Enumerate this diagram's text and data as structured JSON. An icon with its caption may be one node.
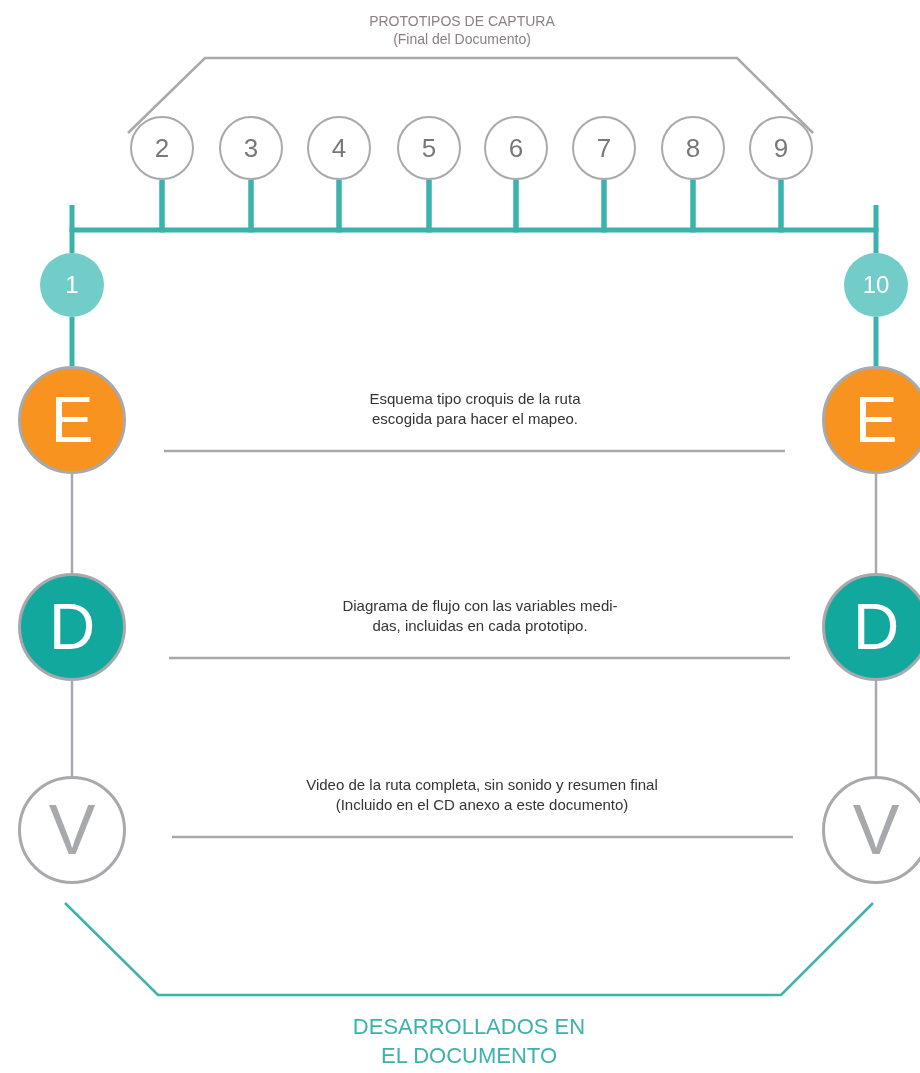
{
  "diagram": {
    "nodes": [
      {
        "text": [
          "1"
        ]
      },
      {
        "text": [
          "2"
        ]
      },
      {
        "text": [
          "3"
        ]
      },
      {
        "text": [
          "4"
        ]
      },
      {
        "text": [
          "5"
        ]
      },
      {
        "text": [
          "6"
        ]
      },
      {
        "text": [
          "7"
        ]
      },
      {
        "text": [
          "8"
        ]
      },
      {
        "text": [
          "9"
        ]
      },
      {
        "text": [
          "10"
        ]
      },
      {
        "text": [
          "E"
        ]
      },
      {
        "text": [
          "D"
        ]
      },
      {
        "text": [
          "V"
        ]
      },
      {
        "text": [
          "E"
        ]
      },
      {
        "text": [
          "D"
        ]
      },
      {
        "text": [
          "V"
        ]
      }
    ],
    "edges": [
      {
        "from": 0,
        "to": 1,
        "arrow": "none"
      },
      {
        "from": 1,
        "to": 2,
        "arrow": "none"
      },
      {
        "from": 2,
        "to": 3,
        "arrow": "none"
      },
      {
        "from": 3,
        "to": 4,
        "arrow": "none"
      },
      {
        "from": 4,
        "to": 5,
        "arrow": "none"
      },
      {
        "from": 5,
        "to": 6,
        "arrow": "none"
      },
      {
        "from": 6,
        "to": 7,
        "arrow": "none"
      },
      {
        "from": 7,
        "to": 8,
        "arrow": "none"
      },
      {
        "from": 8,
        "to": 9,
        "arrow": "none"
      },
      {
        "from": 0,
        "to": 10,
        "arrow": "none"
      },
      {
        "from": 10,
        "to": 11,
        "arrow": "none",
        "color": "#a7a9ac"
      },
      {
        "from": 11,
        "to": 12,
        "arrow": "none",
        "color": "#a7a9ac"
      },
      {
        "from": 9,
        "to": 13,
        "arrow": "none"
      },
      {
        "from": 13,
        "to": 14,
        "arrow": "none",
        "color": "#a7a9ac"
      },
      {
        "from": 14,
        "to": 15,
        "arrow": "none",
        "color": "#a7a9ac"
      }
    ],
    "labels": [
      "PROTOTIPOS DE CAPTURA (Final del Documento)",
      "Esquema tipo croquis de la ruta escogida para hacer el mapeo.",
      "Diagrama de flujo con las variables medi- das, incluidas en cada prototipo.",
      "Video de la ruta completa, sin sonido y resumen final (Incluido en el CD anexo a este documento)",
      "DESARROLLADOS EN EL DOCUMENTO"
    ]
  }
}
